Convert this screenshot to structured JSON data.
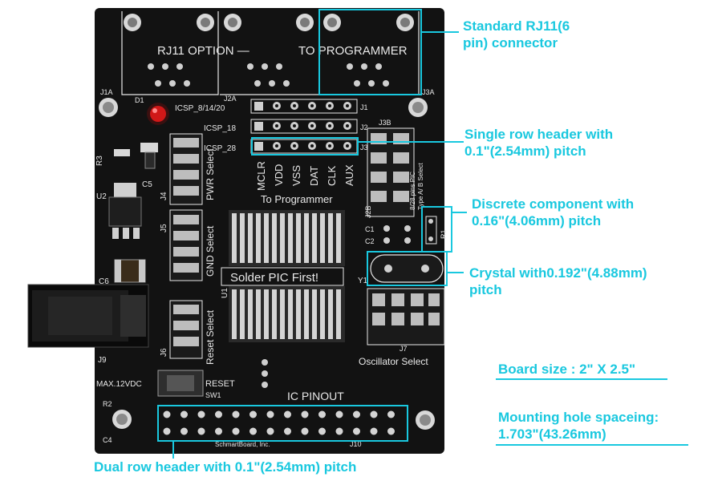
{
  "board": {
    "silkscreen": {
      "rj11_option": "RJ11 OPTION  —",
      "to_programmer_top": "TO PROGRAMMER",
      "j1a": "J1A",
      "j2a": "J2A",
      "j3a": "J3A",
      "d1": "D1",
      "icsp_8_14_20": "ICSP_8/14/20",
      "icsp_18": "ICSP_18",
      "icsp_28": "ICSP_28",
      "j1": "J1",
      "j2": "J2",
      "j3": "J3",
      "j3b": "J3B",
      "pin_labels": [
        "MCLR",
        "VDD",
        "VSS",
        "DAT",
        "CLK",
        "AUX"
      ],
      "to_programmer_mid": "To Programmer",
      "r3": "R3",
      "c5": "C5",
      "u2": "U2",
      "j4": "J4",
      "j5": "J5",
      "c6": "C6",
      "pwr_select": "PWR Select",
      "gnd_select": "GND Select",
      "reset_select": "Reset Select",
      "solder_pic": "Solder PIC First!",
      "u1": "U1",
      "j9": "J9",
      "j6": "J6",
      "max_vdc": "MAX.12VDC",
      "reset": "RESET",
      "sw1": "SW1",
      "r2": "R2",
      "c4": "C4",
      "ic_pinout": "IC PINOUT",
      "schmart": "SchmartBoard, Inc.",
      "j10": "J10",
      "c1": "C1",
      "c2": "C2",
      "r1": "R1",
      "y1": "Y1",
      "j2b": "J2B",
      "j7": "J7",
      "type_ab": "Type A/ B Select",
      "pin_count": "8/28 pins  PIC",
      "oscillator_select": "Oscillator Select"
    }
  },
  "annotations": {
    "rj11": [
      "Standard RJ11(6",
      "pin) connector"
    ],
    "single_row": [
      "Single row header with",
      "0.1\"(2.54mm)  pitch"
    ],
    "discrete": [
      "Discrete component with",
      "0.16\"(4.06mm) pitch"
    ],
    "crystal": [
      "Crystal with0.192\"(4.88mm)",
      "pitch"
    ],
    "board_size": "Board size : 2\" X 2.5\"",
    "mounting": [
      "Mounting hole spaceing:",
      "1.703\"(43.26mm)"
    ],
    "dual_row": "Dual row header with 0.1\"(2.54mm) pitch"
  },
  "colors": {
    "accent": "#19c8df",
    "board": "#121212",
    "silk": "#e8e8e8",
    "led": "#d01818"
  }
}
